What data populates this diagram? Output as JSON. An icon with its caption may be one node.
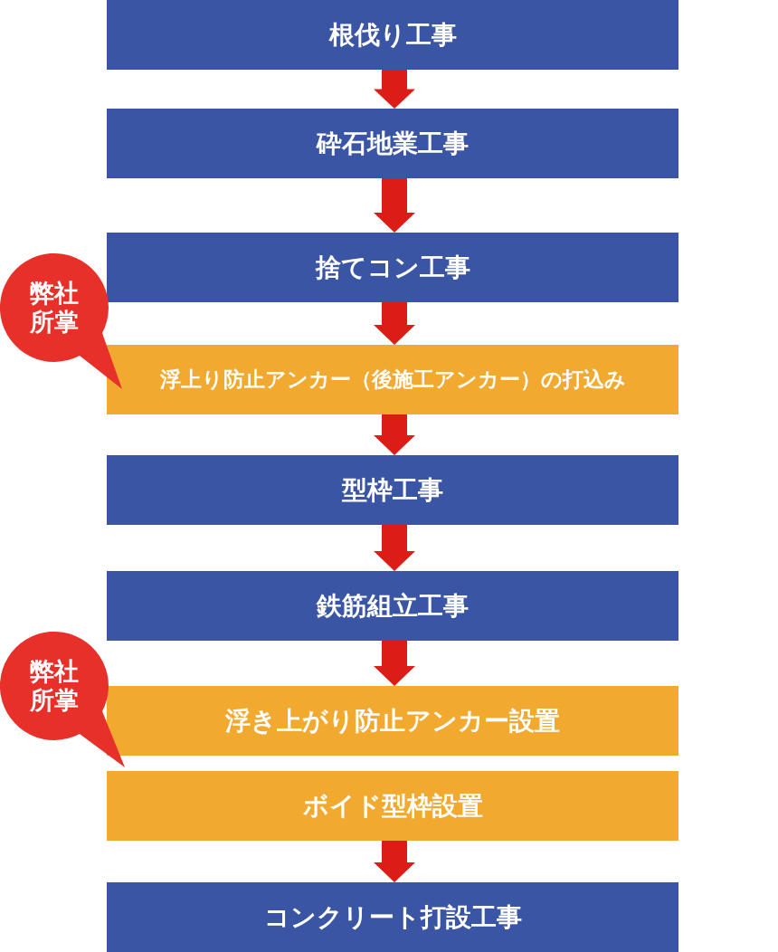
{
  "diagram": {
    "nodes": [
      {
        "text": [
          "根伐り工事"
        ]
      },
      {
        "text": [
          "砕石地業工事"
        ]
      },
      {
        "text": [
          "捨てコン工事"
        ]
      },
      {
        "text": [
          "浮上り防止アンカー（後施工アンカー）の打込み"
        ]
      },
      {
        "text": [
          "型枠工事"
        ]
      },
      {
        "text": [
          "鉄筋組立工事"
        ]
      },
      {
        "text": [
          "浮き上がり防止アンカー設置"
        ]
      },
      {
        "text": [
          "ボイド型枠設置"
        ]
      },
      {
        "text": [
          "コンクリート打設工事"
        ]
      },
      {
        "text": [
          "弊社所掌"
        ]
      },
      {
        "text": [
          "弊社所掌"
        ]
      }
    ],
    "edges": [
      {
        "from": 0,
        "to": 1,
        "arrow": "to"
      },
      {
        "from": 1,
        "to": 2,
        "arrow": "to"
      },
      {
        "from": 2,
        "to": 3,
        "arrow": "to"
      },
      {
        "from": 3,
        "to": 4,
        "arrow": "to"
      },
      {
        "from": 4,
        "to": 5,
        "arrow": "to"
      },
      {
        "from": 5,
        "to": 6,
        "arrow": "to"
      },
      {
        "from": 7,
        "to": 8,
        "arrow": "to"
      }
    ]
  }
}
